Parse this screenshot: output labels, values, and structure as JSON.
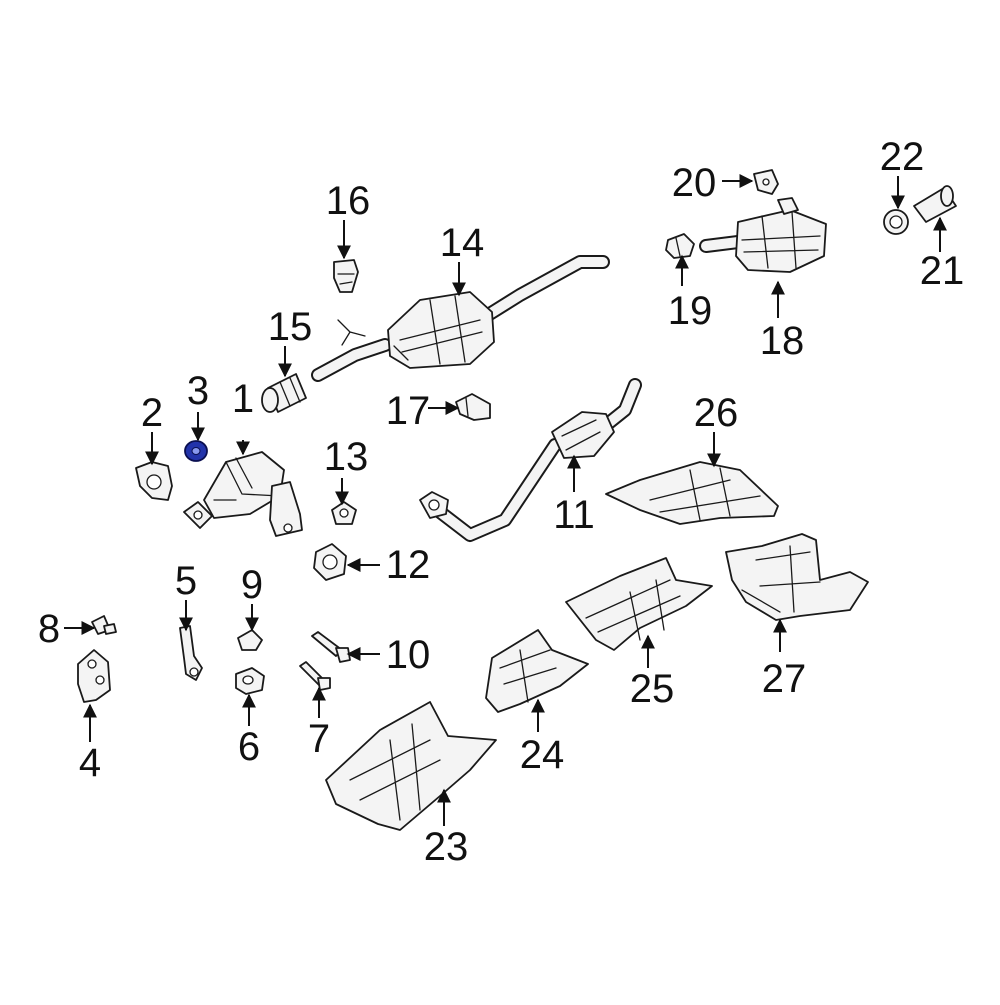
{
  "callouts": [
    {
      "id": "c1",
      "label": "1"
    },
    {
      "id": "c2",
      "label": "2"
    },
    {
      "id": "c3",
      "label": "3"
    },
    {
      "id": "c4",
      "label": "4"
    },
    {
      "id": "c5",
      "label": "5"
    },
    {
      "id": "c6",
      "label": "6"
    },
    {
      "id": "c7",
      "label": "7"
    },
    {
      "id": "c8",
      "label": "8"
    },
    {
      "id": "c9",
      "label": "9"
    },
    {
      "id": "c10",
      "label": "10"
    },
    {
      "id": "c11",
      "label": "11"
    },
    {
      "id": "c12",
      "label": "12"
    },
    {
      "id": "c13",
      "label": "13"
    },
    {
      "id": "c14",
      "label": "14"
    },
    {
      "id": "c15",
      "label": "15"
    },
    {
      "id": "c16",
      "label": "16"
    },
    {
      "id": "c17",
      "label": "17"
    },
    {
      "id": "c18",
      "label": "18"
    },
    {
      "id": "c19",
      "label": "19"
    },
    {
      "id": "c20",
      "label": "20"
    },
    {
      "id": "c21",
      "label": "21"
    },
    {
      "id": "c22",
      "label": "22"
    },
    {
      "id": "c23",
      "label": "23"
    },
    {
      "id": "c24",
      "label": "24"
    },
    {
      "id": "c25",
      "label": "25"
    },
    {
      "id": "c26",
      "label": "26"
    },
    {
      "id": "c27",
      "label": "27"
    }
  ],
  "highlighted_part": "3",
  "colors": {
    "highlight": "#2233aa",
    "line": "#1a1a1a",
    "part_fill": "#f4f4f4",
    "background": "#ffffff"
  }
}
